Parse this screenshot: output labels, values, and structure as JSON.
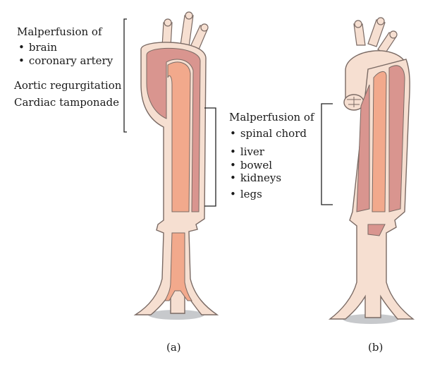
{
  "left_annotations": {
    "heading": "Malperfusion of",
    "items": [
      "brain",
      "coronary artery"
    ],
    "extra": [
      "Aortic regurgitation",
      "Cardiac tamponade"
    ]
  },
  "right_annotations": {
    "heading": "Malperfusion of",
    "items": [
      "spinal chord",
      "liver",
      "bowel",
      "kidneys",
      "legs"
    ]
  },
  "panel_labels": [
    "(a)",
    "(b)"
  ],
  "colors": {
    "outer_wall": "#f6dfd1",
    "outline": "#7a6a64",
    "true_lumen": "#f2a98c",
    "false_lumen": "#d9958f",
    "shadow": "#c7c9cc",
    "bracket": "#222222"
  }
}
